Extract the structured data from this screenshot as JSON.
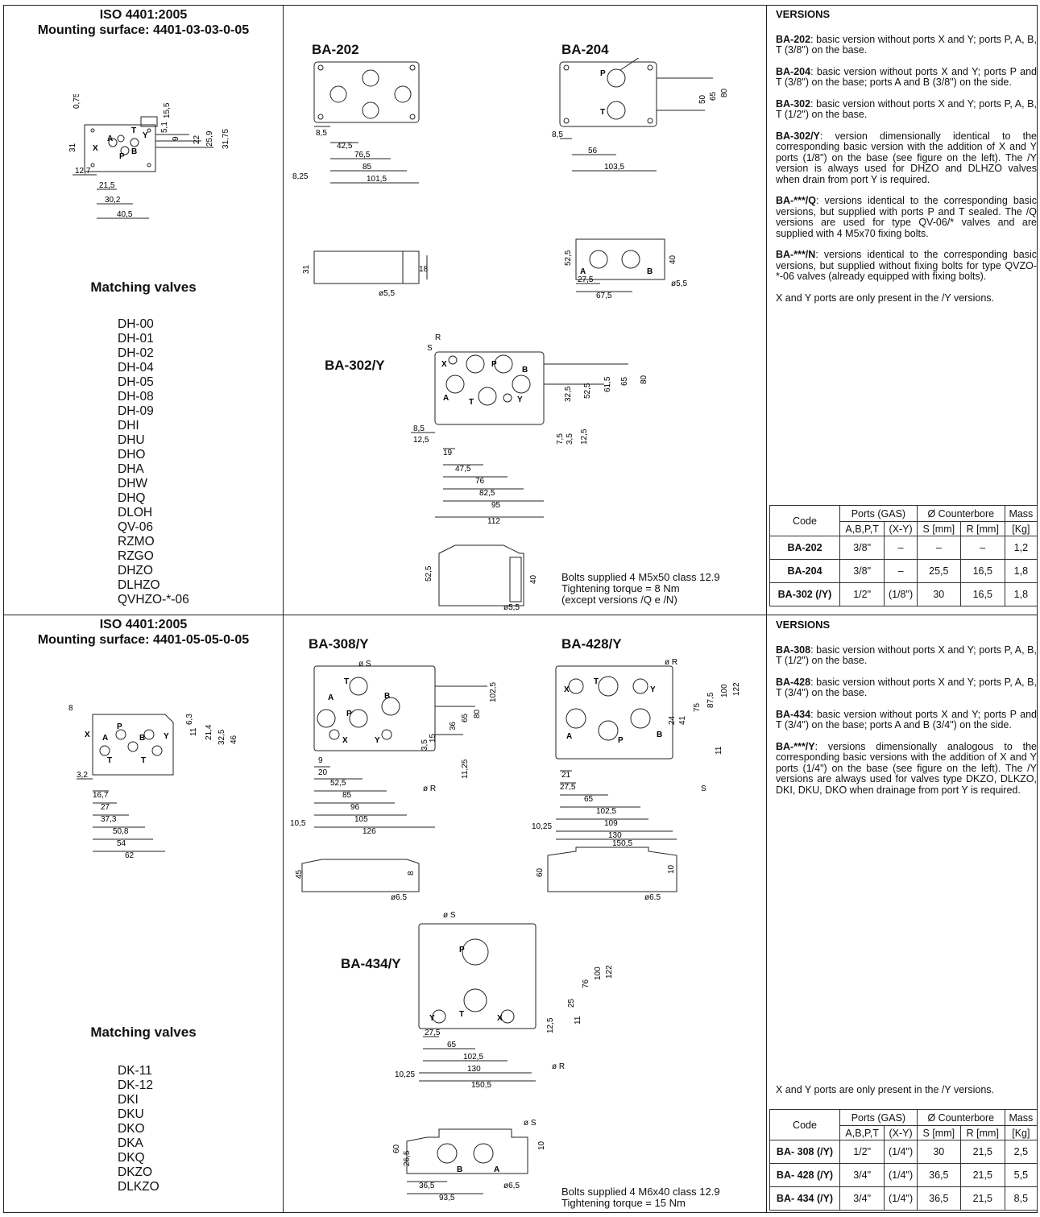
{
  "top": {
    "standard": "ISO 4401:2005",
    "mounting_surface": "Mounting surface: 4401-03-03-0-05",
    "matching_title": "Matching valves",
    "matching_valves": [
      "DH-00",
      "DH-01",
      "DH-02",
      "DH-04",
      "DH-05",
      "DH-08",
      "DH-09",
      "DHI",
      "DHU",
      "DHO",
      "DHA",
      "DHW",
      "DHQ",
      "DLOH",
      "QV-06",
      "RZMO",
      "RZGO",
      "DHZO",
      "DLHZO",
      "QVHZO-*-06"
    ],
    "drawings": [
      "BA-202",
      "BA-204",
      "BA-302/Y"
    ],
    "bolts_note": [
      "Bolts supplied 4 M5x50 class 12.9",
      "Tightening torque = 8 Nm",
      "(except versions /Q e /N)"
    ],
    "versions_title": "VERSIONS",
    "versions": [
      {
        "code": "BA-202",
        "text": ": basic version without ports X and Y; ports P, A, B, T (3/8\") on the base."
      },
      {
        "code": "BA-204",
        "text": ": basic version without ports X and Y; ports P and T (3/8\") on the base; ports A and B (3/8\") on the side."
      },
      {
        "code": "BA-302",
        "text": ": basic version without ports X and Y; ports P, A, B, T (1/2\") on the base."
      },
      {
        "code": "BA-302/Y",
        "text": ": version dimensionally identical to the corresponding basic version with the addition of X and Y ports (1/8\") on the base (see figure on the left). The /Y version is always used for DHZO and DLHZO valves when drain from port Y is required."
      },
      {
        "code": "BA-***/Q",
        "text": ": versions identical to the corresponding basic versions, but supplied with ports P and T sealed. The /Q versions are used for type QV-06/* valves and are supplied with 4 M5x70 fixing bolts."
      },
      {
        "code": "BA-***/N",
        "text": ": versions identical to the corresponding basic versions, but supplied without fixing bolts for type QVZO-*-06 valves (already equipped with fixing bolts)."
      },
      {
        "code": "",
        "text": "X and Y ports are only present in the /Y versions."
      }
    ],
    "table": {
      "h_code": "Code",
      "h_ports": "Ports (GAS)",
      "h_cb": "Ø Counterbore",
      "h_mass": "Mass",
      "h_abpt": "A,B,P,T",
      "h_xy": "(X-Y)",
      "h_s": "S [mm]",
      "h_r": "R [mm]",
      "h_kg": "[Kg]",
      "rows": [
        [
          "BA-202",
          "3/8\"",
          "–",
          "–",
          "–",
          "1,2"
        ],
        [
          "BA-204",
          "3/8\"",
          "–",
          "25,5",
          "16,5",
          "1,8"
        ],
        [
          "BA-302 (/Y)",
          "1/2\"",
          "(1/8\")",
          "30",
          "16,5",
          "1,8"
        ]
      ]
    }
  },
  "bottom": {
    "standard": "ISO 4401:2005",
    "mounting_surface": "Mounting surface: 4401-05-05-0-05",
    "matching_title": "Matching valves",
    "matching_valves": [
      "DK-11",
      "DK-12",
      "DKI",
      "DKU",
      "DKO",
      "DKA",
      "DKQ",
      "DKZO",
      "DLKZO"
    ],
    "drawings": [
      "BA-308/Y",
      "BA-428/Y",
      "BA-434/Y"
    ],
    "bolts_note": [
      "Bolts supplied 4 M6x40 class 12.9",
      "Tightening torque = 15 Nm"
    ],
    "versions_title": "VERSIONS",
    "versions": [
      {
        "code": "BA-308",
        "text": ": basic version without ports X and Y; ports P, A, B, T (1/2\") on the base."
      },
      {
        "code": "BA-428",
        "text": ": basic version without ports X and Y; ports P, A, B, T (3/4\") on the base."
      },
      {
        "code": "BA-434",
        "text": ": basic version without ports X and Y; ports P and T (3/4\") on the base; ports A and B (3/4\") on the side."
      },
      {
        "code": "BA-***/Y",
        "text": ": versions dimensionally analogous to the corresponding basic versions with the addition of X and Y ports (1/4\") on the base (see figure on the left). The /Y versions are always used for valves type DKZO, DLKZO, DKI, DKU, DKO when drainage from port Y is required."
      }
    ],
    "footnote": "X and Y ports are only present in the /Y versions.",
    "table": {
      "h_code": "Code",
      "h_ports": "Ports (GAS)",
      "h_cb": "Ø Counterbore",
      "h_mass": "Mass",
      "h_abpt": "A,B,P,T",
      "h_xy": "(X-Y)",
      "h_s": "S [mm]",
      "h_r": "R [mm]",
      "h_kg": "[Kg]",
      "rows": [
        [
          "BA- 308 (/Y)",
          "1/2\"",
          "(1/4\")",
          "30",
          "21,5",
          "2,5"
        ],
        [
          "BA- 428 (/Y)",
          "3/4\"",
          "(1/4\")",
          "36,5",
          "21,5",
          "5,5"
        ],
        [
          "BA- 434 (/Y)",
          "3/4\"",
          "(1/4\")",
          "36,5",
          "21,5",
          "8,5"
        ]
      ]
    }
  }
}
